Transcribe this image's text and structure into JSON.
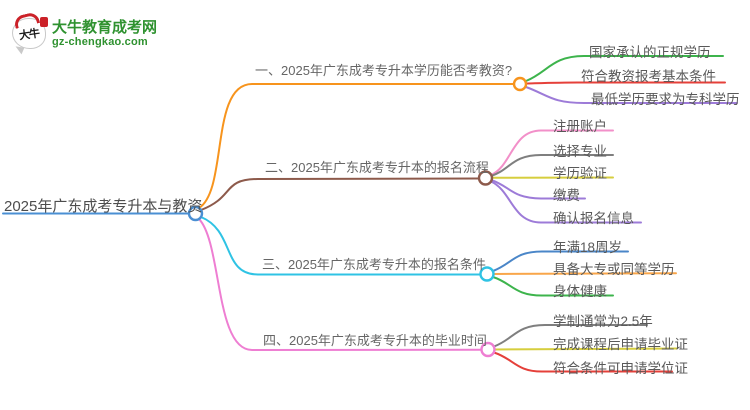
{
  "logo": {
    "seal_text": "大牛",
    "site_name": "大牛教育成考网",
    "site_url": "gz-chengkao.com"
  },
  "colors": {
    "root_blue": "#4a8fd3",
    "branch1_orange": "#f7941d",
    "branch2_brown": "#8d5a4b",
    "branch3_cyan": "#2fc3e4",
    "branch4_pink": "#ee7ed2",
    "green": "#3db44c",
    "red": "#e5403a",
    "purple": "#9d7bd8",
    "pink": "#f290c9",
    "gray": "#7f7f7f",
    "yellow": "#d6ce3e",
    "blue": "#4a86c8",
    "orange": "#f9a64a",
    "brand_green": "#2f9230",
    "seal_red": "#cb2128"
  },
  "mindmap": {
    "root": {
      "label": "2025年广东成考专升本与教资",
      "color": "#4a8fd3"
    },
    "branches": [
      {
        "label": "一、2025年广东成考专升本学历能否考教资?",
        "color": "#f7941d",
        "children": [
          {
            "label": "国家承认的正规学历",
            "color": "#3db44c"
          },
          {
            "label": "符合教资报考基本条件",
            "color": "#e5403a"
          },
          {
            "label": "最低学历要求为专科学历",
            "color": "#9d7bd8"
          }
        ]
      },
      {
        "label": "二、2025年广东成考专升本的报名流程",
        "color": "#8d5a4b",
        "children": [
          {
            "label": "注册账户",
            "color": "#f290c9"
          },
          {
            "label": "选择专业",
            "color": "#7f7f7f"
          },
          {
            "label": "学历验证",
            "color": "#d6ce3e"
          },
          {
            "label": "缴费",
            "color": "#9d7bd8"
          },
          {
            "label": "确认报名信息",
            "color": "#9d7bd8"
          }
        ]
      },
      {
        "label": "三、2025年广东成考专升本的报名条件",
        "color": "#2fc3e4",
        "children": [
          {
            "label": "年满18周岁",
            "color": "#4a86c8"
          },
          {
            "label": "具备大专或同等学历",
            "color": "#f9a64a"
          },
          {
            "label": "身体健康",
            "color": "#3db44c"
          }
        ]
      },
      {
        "label": "四、2025年广东成考专升本的毕业时间",
        "color": "#ee7ed2",
        "children": [
          {
            "label": "学制通常为2.5年",
            "color": "#7f7f7f"
          },
          {
            "label": "完成课程后申请毕业证",
            "color": "#d6ce3e"
          },
          {
            "label": "符合条件可申请学位证",
            "color": "#e5403a"
          }
        ]
      }
    ]
  }
}
